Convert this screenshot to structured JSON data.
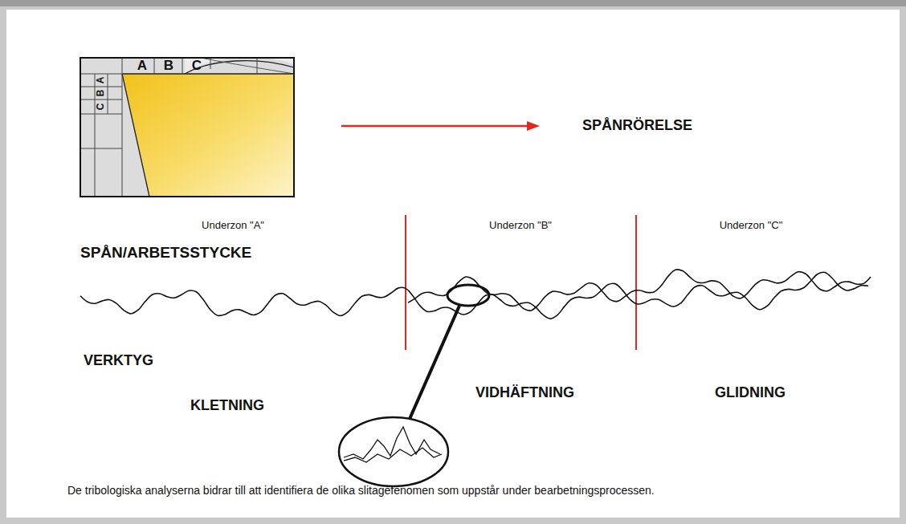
{
  "diagram": {
    "caption": "De tribologiska analyserna bidrar till att identifiera de olika slitagefenomen som uppstår under bearbetningsprocessen.",
    "labels": [
      "A",
      "B",
      "C",
      "A",
      "B",
      "C",
      "SPÅNRÖRELSE",
      "Underzon \"A\"",
      "Underzon \"B\"",
      "Underzon \"C\"",
      "SPÅN/ARBETSSTYCKE",
      "VERKTYG",
      "KLETNING",
      "VIDHÄFTNING",
      "GLIDNING"
    ]
  }
}
